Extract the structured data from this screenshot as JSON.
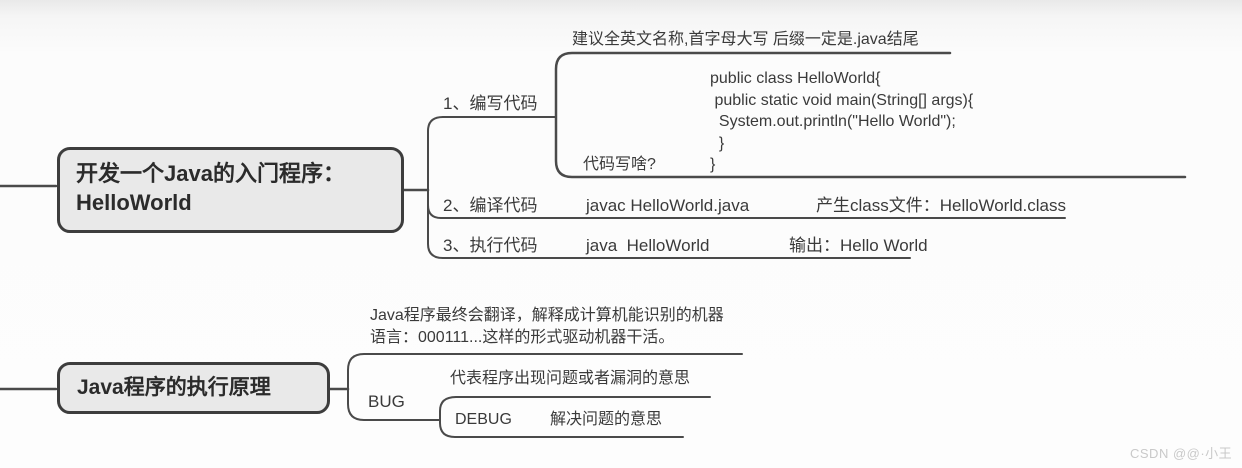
{
  "canvas": {
    "background": "#fdfdfd",
    "line_color": "#4a4a4a",
    "node_fill": "#e9e9e9"
  },
  "watermark": "CSDN @@·小王",
  "topic1": {
    "title_line1": "开发一个Java的入门程序：",
    "title_line2": "HelloWorld",
    "steps": {
      "step1": {
        "label": "1、编写代码",
        "naming_note": "建议全英文名称,首字母大写 后缀一定是.java结尾",
        "code_question": "代码写啥?",
        "code": "public class HelloWorld{\n public static void main(String[] args){\n  System.out.println(\"Hello World\");\n  }\n}"
      },
      "step2": {
        "label": "2、编译代码",
        "command": "javac HelloWorld.java",
        "result": "产生class文件：HelloWorld.class"
      },
      "step3": {
        "label": "3、执行代码",
        "command": "java  HelloWorld",
        "result": "输出：Hello World"
      }
    }
  },
  "topic2": {
    "title": "Java程序的执行原理",
    "principle_line1": "Java程序最终会翻译，解释成计算机能识别的机器",
    "principle_line2": "语言：000111...这样的形式驱动机器干活。",
    "bug": {
      "label": "BUG",
      "meaning": "代表程序出现问题或者漏洞的意思",
      "debug": {
        "label": "DEBUG",
        "meaning": "解决问题的意思"
      }
    }
  }
}
